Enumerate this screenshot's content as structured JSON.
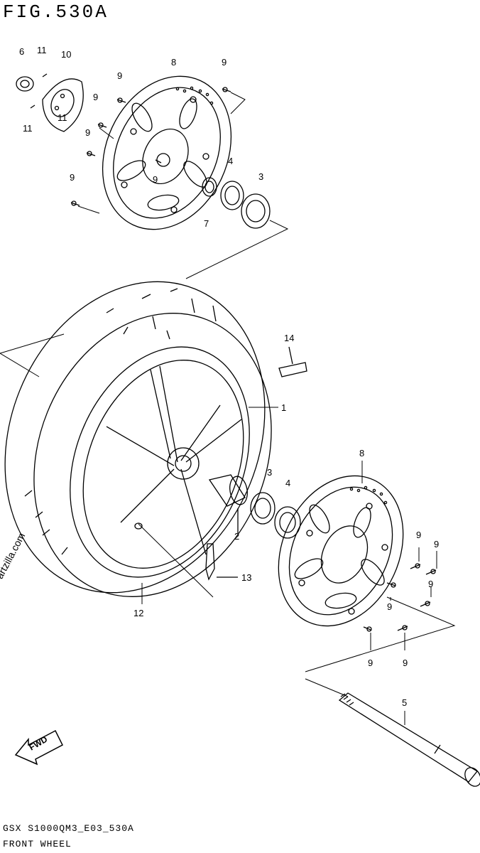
{
  "figure": {
    "title": "FIG.530A"
  },
  "footer": {
    "code": "GSX S1000QM3_E03_530A",
    "caption": "FRONT WHEEL"
  },
  "watermark": "© Partzilla.com",
  "fwd_label": "FWD",
  "callouts": {
    "c1": "1",
    "c2": "2",
    "c3a": "3",
    "c3b": "3",
    "c4a": "4",
    "c4b": "4",
    "c5": "5",
    "c6": "6",
    "c7": "7",
    "c8a": "8",
    "c8b": "8",
    "c9a": "9",
    "c9b": "9",
    "c9c": "9",
    "c9d": "9",
    "c9e": "9",
    "c9f": "9",
    "c9g": "9",
    "c9h": "9",
    "c9i": "9",
    "c9j": "9",
    "c9k": "9",
    "c9l": "9",
    "c10": "10",
    "c11a": "11",
    "c11b": "11",
    "c11c": "11",
    "c12": "12",
    "c13": "13",
    "c14": "14"
  }
}
